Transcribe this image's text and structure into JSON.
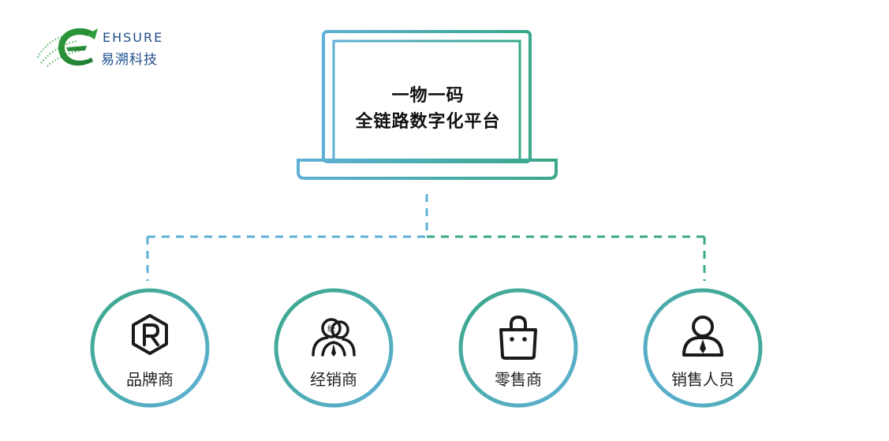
{
  "brand": {
    "name_en": "EHSURE",
    "name_cn": "易溯科技",
    "binary_text": "1010101 0101010 1010"
  },
  "platform": {
    "line1": "一物一码",
    "line2": "全链路数字化平台"
  },
  "nodes": [
    {
      "label": "品牌商",
      "icon": "registered-trademark-icon"
    },
    {
      "label": "经销商",
      "icon": "distributor-people-icon"
    },
    {
      "label": "零售商",
      "icon": "shopping-bag-icon"
    },
    {
      "label": "销售人员",
      "icon": "salesperson-icon"
    }
  ],
  "colors": {
    "blue": "#5fb0d6",
    "green": "#3aa889",
    "dark_icon": "#1a1a1a",
    "logo_green": "#2e9d3e",
    "logo_blue": "#1f4e8c"
  }
}
